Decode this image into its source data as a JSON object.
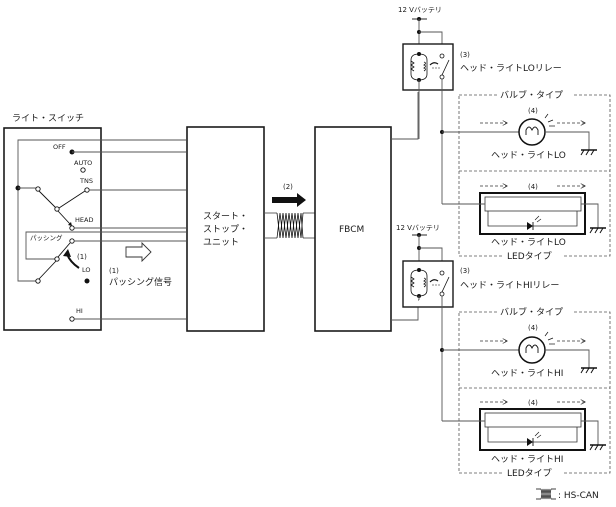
{
  "light_switch": {
    "title": "ライト・スイッチ",
    "positions": [
      "OFF",
      "AUTO",
      "TNS",
      "HEAD",
      "LO",
      "HI"
    ],
    "passing_label": "パッシング",
    "note_number": "(1)"
  },
  "passing_signal": {
    "number": "(1)",
    "label": "パッシング信号"
  },
  "start_stop_unit": {
    "line1": "スタート・",
    "line2": "ストップ・",
    "line3": "ユニット"
  },
  "can_arrow": {
    "number": "(2)"
  },
  "fbcm": {
    "label": "FBCM"
  },
  "lo_circuit": {
    "battery": "12 Vバッテリ",
    "relay_number": "(3)",
    "relay_label": "ヘッド・ライトLOリレー",
    "bulb_type": {
      "header": "バルブ・タイプ",
      "number": "(4)",
      "label": "ヘッド・ライトLO"
    },
    "led_type": {
      "header": "LEDタイプ",
      "number": "(4)",
      "label": "ヘッド・ライトLO"
    }
  },
  "hi_circuit": {
    "battery": "12 Vバッテリ",
    "relay_number": "(3)",
    "relay_label": "ヘッド・ライトHIリレー",
    "bulb_type": {
      "header": "バルブ・タイプ",
      "number": "(4)",
      "label": "ヘッド・ライトHI"
    },
    "led_type": {
      "header": "LEDタイプ",
      "number": "(4)",
      "label": "ヘッド・ライトHI"
    }
  },
  "legend": {
    "label": ": HS-CAN"
  }
}
